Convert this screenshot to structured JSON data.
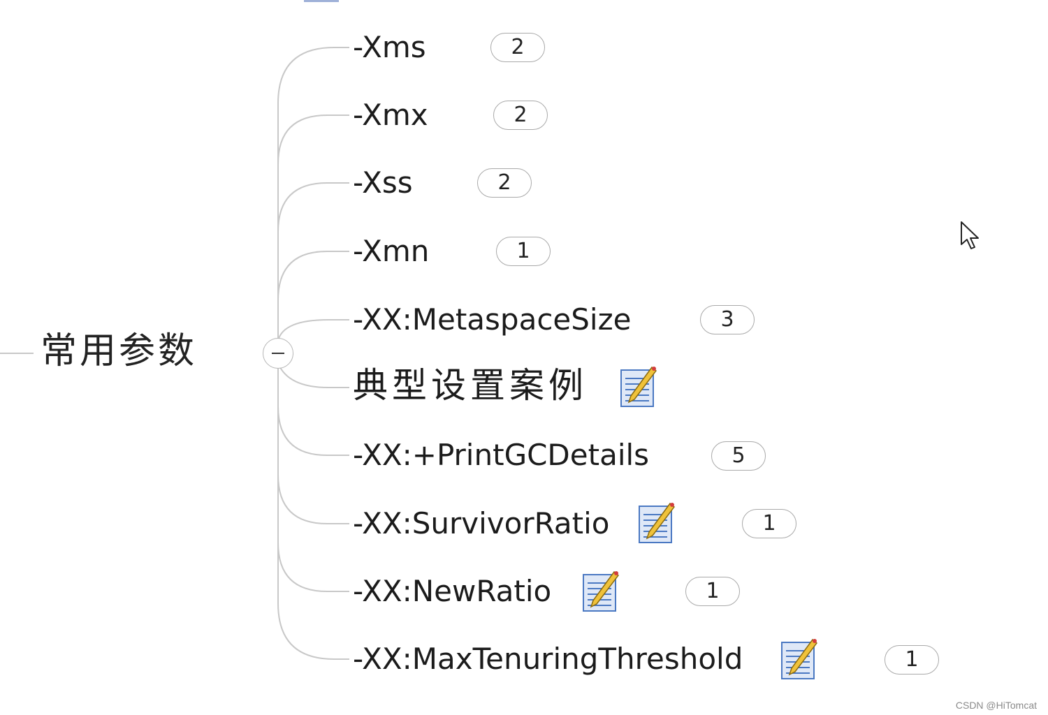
{
  "root": {
    "label": "常用参数"
  },
  "children": [
    {
      "label": "-Xms",
      "badge": "2"
    },
    {
      "label": "-Xmx",
      "badge": "2"
    },
    {
      "label": "-Xss",
      "badge": "2"
    },
    {
      "label": "-Xmn",
      "badge": "1"
    },
    {
      "label": "-XX:MetaspaceSize",
      "badge": "3"
    },
    {
      "label": "典型设置案例",
      "has_note": true
    },
    {
      "label": "-XX:+PrintGCDetails",
      "badge": "5"
    },
    {
      "label": "-XX:SurvivorRatio",
      "badge": "1",
      "has_note": true
    },
    {
      "label": "-XX:NewRatio",
      "badge": "1",
      "has_note": true
    },
    {
      "label": "-XX:MaxTenuringThreshold",
      "badge": "1",
      "has_note": true
    }
  ],
  "icons": {
    "collapse": "minus-icon",
    "note": "note-pencil-icon",
    "cursor": "mouse-pointer-icon"
  },
  "colors": {
    "connector": "#c8c8c8",
    "badge_border": "#a9a9a9",
    "note_blue": "#4a78c2"
  },
  "watermark": "CSDN @HiTomcat"
}
